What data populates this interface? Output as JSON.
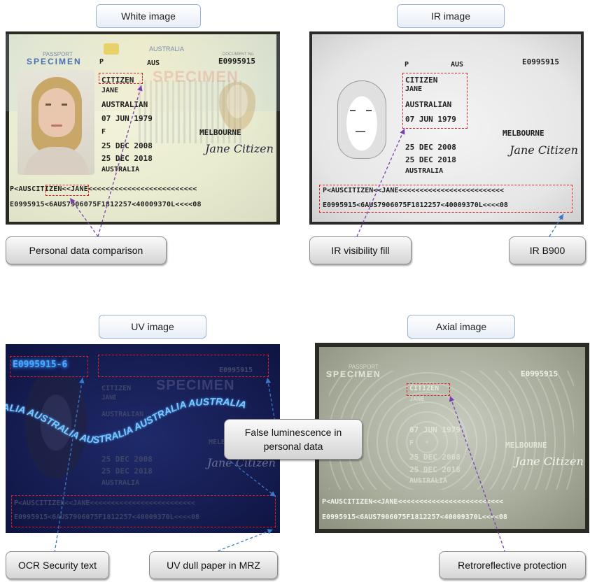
{
  "panels": {
    "white": {
      "title": "White image"
    },
    "ir": {
      "title": "IR image"
    },
    "uv": {
      "title": "UV image"
    },
    "axial": {
      "title": "Axial image"
    }
  },
  "callouts": {
    "personal_data_comparison": "Personal data comparison",
    "ir_visibility_fill": "IR visibility fill",
    "ir_b900": "IR B900",
    "false_luminescence_line1": "False luminescence in",
    "false_luminescence_line2": "personal data",
    "ocr_security_text": "OCR Security text",
    "uv_dull_paper": "UV dull paper in MRZ",
    "retroreflective": "Retroreflective protection"
  },
  "passport": {
    "passport_label": "PASSPORT",
    "specimen": "SPECIMEN",
    "watermark": "SPECIMEN",
    "country_header": "AUSTRALIA",
    "doc_no_label": "DOCUMENT No.",
    "type": "P",
    "code": "AUS",
    "doc_no": "E0995915",
    "surname": "CITIZEN",
    "given": "JANE",
    "nationality": "AUSTRALIAN",
    "dob": "07 JUN 1979",
    "sex": "F",
    "place": "MELBOURNE",
    "issue": "25 DEC 2008",
    "expiry": "25 DEC 2018",
    "authority": "AUSTRALIA",
    "signature": "Jane Citizen",
    "mrz1": "P<AUSCITIZEN<<JANE<<<<<<<<<<<<<<<<<<<<<<<<<",
    "mrz2": "E0995915<6AUS7906075F1812257<40009370L<<<<08",
    "ovi_ocr": "E0995915-6",
    "uv_wave": "ALIA AUSTRALIA AUSTRALIA AUSTRALIA AUSTRALIA"
  },
  "colors": {
    "annotation_red": "#e02020",
    "arrow_purple": "#7a3fb0",
    "arrow_blue": "#3b78c8",
    "uv_glow": "#4aa8ff"
  }
}
